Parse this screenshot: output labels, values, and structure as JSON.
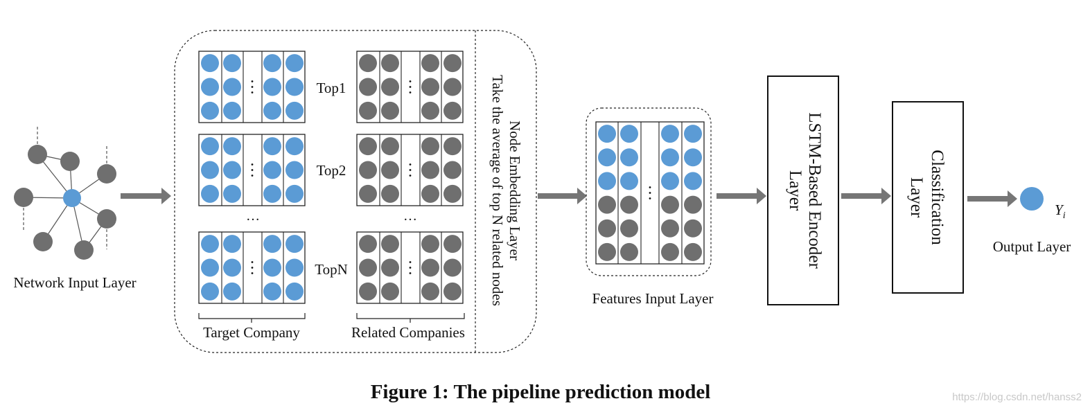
{
  "colors": {
    "blue": "#5b9bd5",
    "gray": "#6f6f6f",
    "ink": "#111111",
    "arrow": "#767676",
    "watermark": "#c8c8c8"
  },
  "network": {
    "label": "Network Input Layer"
  },
  "embedding_block": {
    "title_line1": "Node Embedding Layer",
    "title_line2": "Take the average of top N related nodes",
    "rows": [
      {
        "label": "Top1"
      },
      {
        "label": "Top2"
      },
      {
        "label": "TopN"
      }
    ],
    "row_ellipsis": "…",
    "col_ellipsis": "…",
    "target_label": "Target Company",
    "related_label": "Related Companies"
  },
  "features": {
    "label": "Features Input Layer"
  },
  "lstm": {
    "line1": "LSTM-Based Encoder",
    "line2": "Layer"
  },
  "classification": {
    "line1": "Classification",
    "line2": "Layer"
  },
  "output": {
    "symbol": "Y",
    "subscript": "i",
    "label": "Output Layer"
  },
  "caption": "Figure 1: The pipeline prediction model",
  "watermark": "https://blog.csdn.net/hanss2",
  "icons": [
    "flow-arrow-icon",
    "graph-node-icon"
  ]
}
